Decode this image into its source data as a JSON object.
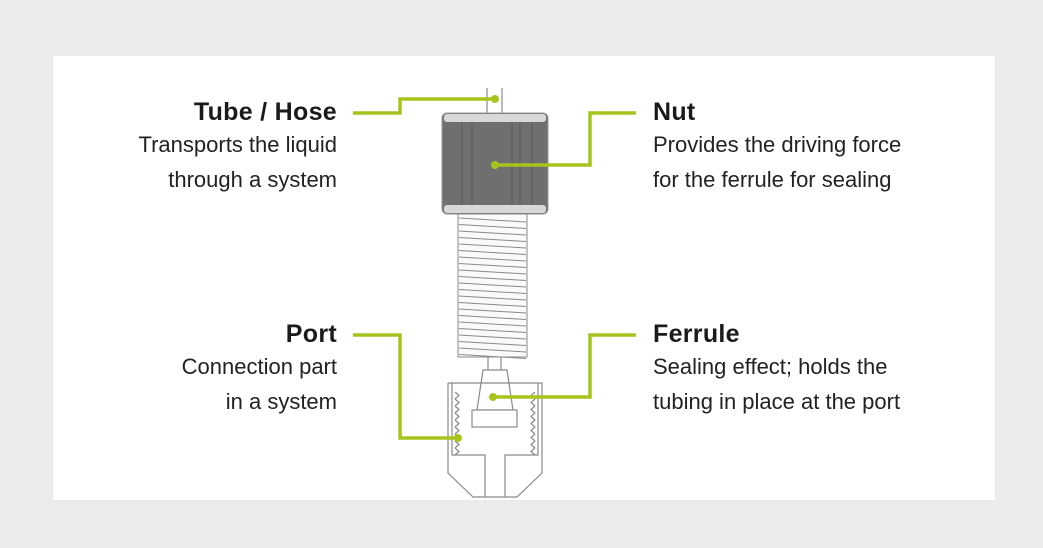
{
  "colors": {
    "accent": "#a6c51c",
    "nut": "#6f6f6f",
    "outline": "#8a8a8a",
    "background": "#ebebeb",
    "panel": "#ffffff"
  },
  "labels": {
    "tube": {
      "title": "Tube / Hose",
      "lines": [
        "Transports the liquid",
        "through a system"
      ]
    },
    "nut": {
      "title": "Nut",
      "lines": [
        "Provides the driving force",
        "for the ferrule for sealing"
      ]
    },
    "port": {
      "title": "Port",
      "lines": [
        "Connection part",
        "in a system"
      ]
    },
    "ferrule": {
      "title": "Ferrule",
      "lines": [
        "Sealing effect; holds the",
        "tubing in place at the port"
      ]
    }
  }
}
